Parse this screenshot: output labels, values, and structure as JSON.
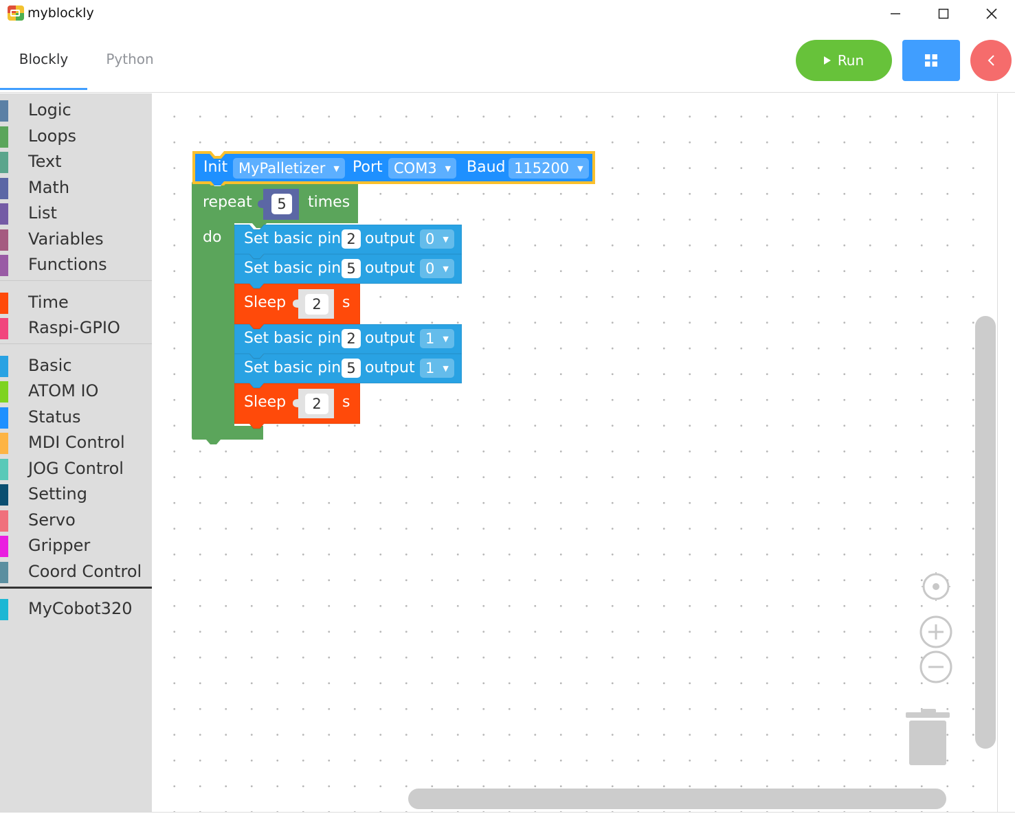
{
  "window": {
    "title": "myblockly",
    "min_icon": "minimize-icon",
    "max_icon": "maximize-icon",
    "close_icon": "close-icon"
  },
  "toolbar": {
    "tabs": [
      {
        "label": "Blockly",
        "active": true
      },
      {
        "label": "Python",
        "active": false
      }
    ],
    "run_label": "Run",
    "colors": {
      "run": "#67c23a",
      "grid": "#409eff",
      "back": "#f56c6c",
      "tab_underline": "#409eff"
    }
  },
  "sidebar": {
    "groups": [
      [
        {
          "label": "Logic",
          "color": "#5b80a5"
        },
        {
          "label": "Loops",
          "color": "#5ba55b"
        },
        {
          "label": "Text",
          "color": "#5ba58c"
        },
        {
          "label": "Math",
          "color": "#5b67a5"
        },
        {
          "label": "List",
          "color": "#745ba5"
        },
        {
          "label": "Variables",
          "color": "#a55b80"
        },
        {
          "label": "Functions",
          "color": "#995ba5"
        }
      ],
      [
        {
          "label": "Time",
          "color": "#ff4a0a"
        },
        {
          "label": "Raspi-GPIO",
          "color": "#f1457d"
        }
      ],
      [
        {
          "label": "Basic",
          "color": "#29a2e3"
        },
        {
          "label": "ATOM IO",
          "color": "#7ed321"
        },
        {
          "label": "Status",
          "color": "#1e90ff"
        },
        {
          "label": "MDI Control",
          "color": "#fdb444"
        },
        {
          "label": "JOG Control",
          "color": "#59c9b8"
        },
        {
          "label": "Setting",
          "color": "#0b4f71"
        },
        {
          "label": "Servo",
          "color": "#f0717c"
        },
        {
          "label": "Gripper",
          "color": "#ea1ee0"
        },
        {
          "label": "Coord Control",
          "color": "#5b8fa0"
        }
      ],
      [
        {
          "label": "MyCobot320",
          "color": "#1cb7d4"
        }
      ]
    ]
  },
  "blocks": {
    "init": {
      "kw_init": "Init",
      "robot": "MyPalletizer",
      "kw_port": "Port",
      "port": "COM3",
      "kw_baud": "Baud",
      "baud": "115200"
    },
    "repeat": {
      "kw_repeat": "repeat",
      "count": "5",
      "kw_times": "times",
      "kw_do": "do"
    },
    "set_pin_label": "Set basic pin",
    "output_label": "output",
    "sleep_label": "Sleep",
    "sleep_unit": "s",
    "statements": [
      {
        "type": "set_pin",
        "pin": "2",
        "value": "0"
      },
      {
        "type": "set_pin",
        "pin": "5",
        "value": "0"
      },
      {
        "type": "sleep",
        "seconds": "2"
      },
      {
        "type": "set_pin",
        "pin": "2",
        "value": "1"
      },
      {
        "type": "set_pin",
        "pin": "5",
        "value": "1"
      },
      {
        "type": "sleep",
        "seconds": "2"
      }
    ],
    "colors": {
      "init": "#1e90ff",
      "loop": "#5ba55b",
      "set_pin": "#29a2e3",
      "sleep": "#ff4a0a",
      "math": "#5b67a5",
      "selected": "#fbc02d"
    }
  },
  "workspace_controls": {
    "recenter_icon": "crosshair-icon",
    "zoom_in_icon": "zoom-in-icon",
    "zoom_out_icon": "zoom-out-icon",
    "trash_icon": "trash-icon"
  }
}
